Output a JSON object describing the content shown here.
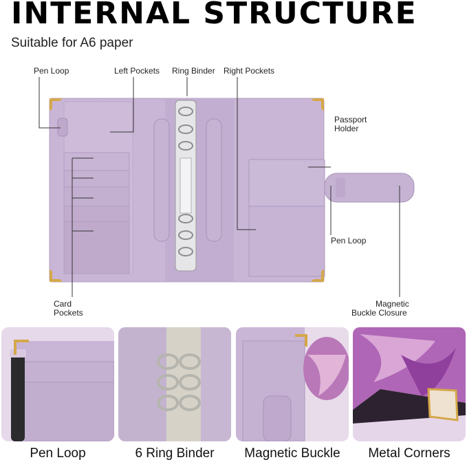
{
  "title": "INTERNAL STRUCTURE",
  "subtitle": "Suitable for A6 paper",
  "callouts": {
    "pen_loop_top": "Pen Loop",
    "left_pockets": "Left Pockets",
    "ring_binder": "Ring Binder",
    "right_pockets": "Right Pockets",
    "passport_holder_l1": "Passport",
    "passport_holder_l2": "Holder",
    "pen_loop_right": "Pen Loop",
    "card_pockets_l1": "Card",
    "card_pockets_l2": "Pockets",
    "magnetic_l1": "Magnetic",
    "magnetic_l2": "Buckle Closure"
  },
  "captions": [
    "Pen Loop",
    "6 Ring Binder",
    "Magnetic Buckle",
    "Metal Corners"
  ],
  "colors": {
    "binder": "#c9b6d6",
    "binder_dark": "#b49fc4",
    "gold": "#d4a84a",
    "ring": "#d8d8d8",
    "photo_bg": "#efe3ee",
    "marble_purple": "#9b4ea8"
  }
}
